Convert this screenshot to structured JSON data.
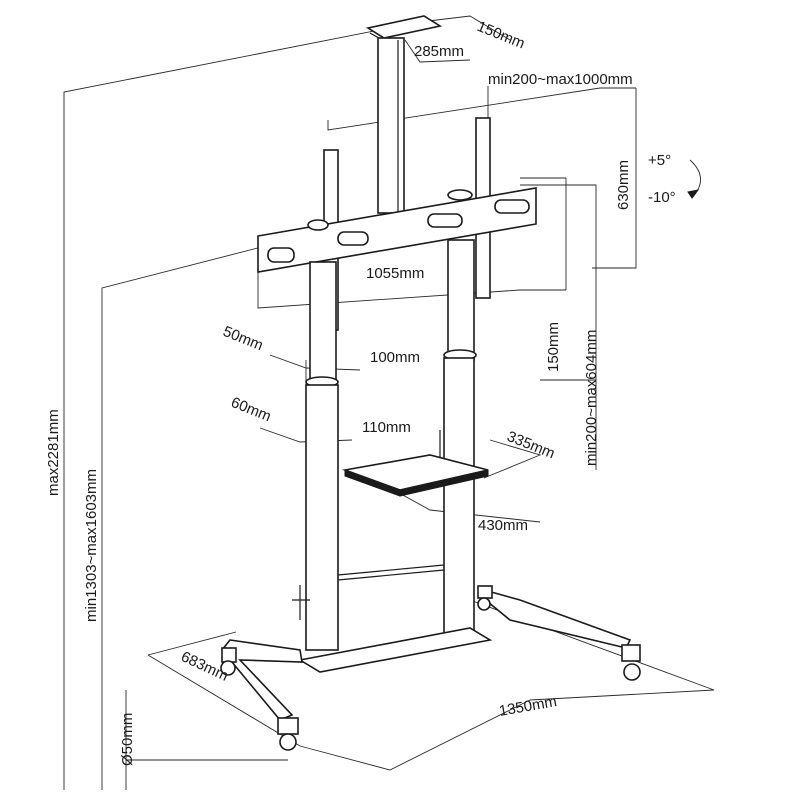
{
  "dimensions": {
    "top_plate_depth": "150mm",
    "top_plate_width": "285mm",
    "vesa_width": "min200~max1000mm",
    "vesa_height": "630mm",
    "tilt_up": "+5°",
    "tilt_down": "-10°",
    "bracket_width": "1055mm",
    "bracket_spacing": "150mm",
    "vesa_height_range": "min200~max604mm",
    "upper_pole_depth": "50mm",
    "upper_pole_width": "100mm",
    "lower_pole_depth": "60mm",
    "lower_pole_width": "110mm",
    "shelf_depth": "335mm",
    "shelf_width": "430mm",
    "total_height": "max2281mm",
    "mount_height_range": "min1303~max1603mm",
    "base_depth": "683mm",
    "base_width": "1350mm",
    "wheel_diameter": "Ø50mm"
  },
  "colors": {
    "line": "#1a1a1a",
    "background": "#ffffff"
  }
}
